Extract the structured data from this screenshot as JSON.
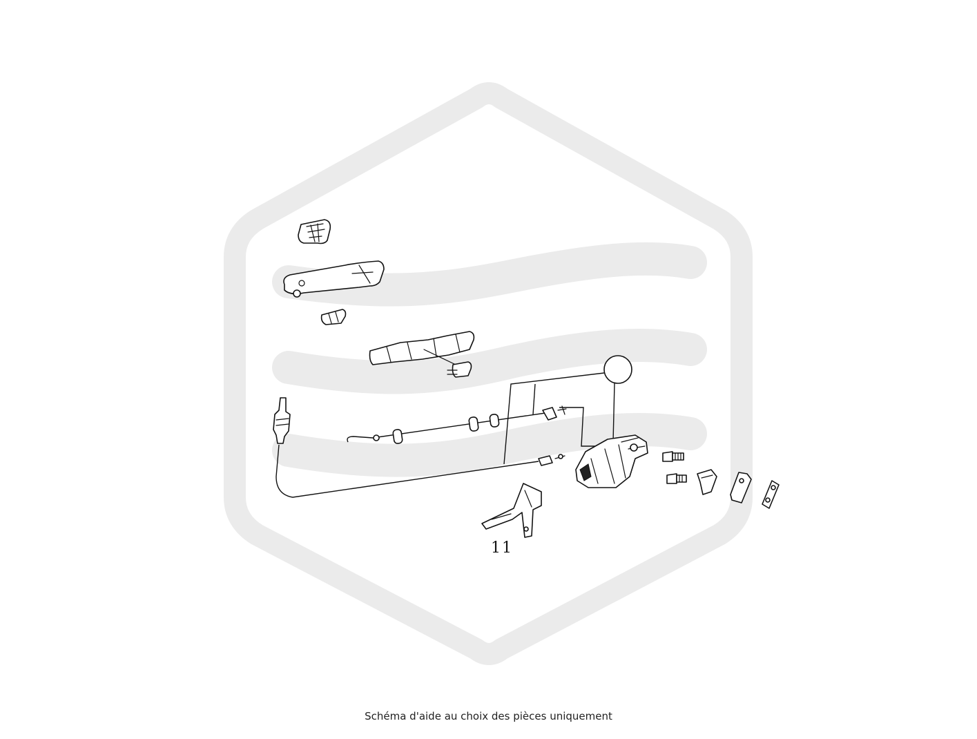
{
  "diagram": {
    "callouts": [
      {
        "id": "bracket",
        "label": "11"
      }
    ]
  },
  "caption": "Schéma d'aide au choix des pièces uniquement",
  "colors": {
    "watermark": "#ebebeb",
    "line_art": "#111111",
    "background": "#ffffff"
  }
}
